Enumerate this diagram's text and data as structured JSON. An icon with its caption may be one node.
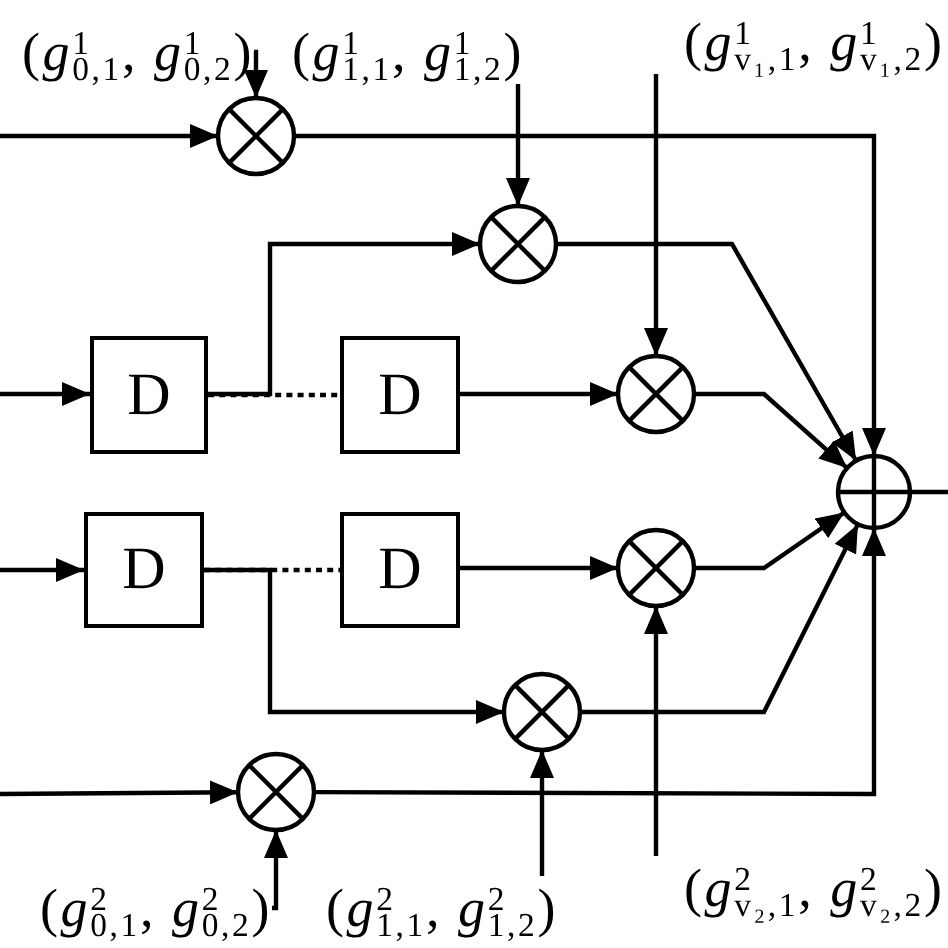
{
  "diagram": {
    "nodes": [
      {
        "text": [
          "(*g*$^{1}$$_{0,1}$, *g*$^{1}$$_{0,2}$)"
        ]
      },
      {
        "text": [
          "(*g*$^{1}$$_{1,1}$, *g*$^{1}$$_{1,2}$)"
        ]
      },
      {
        "text": [
          "(*g*$^{1}$$_{v₁,1}$, *g*$^{1}$$_{v₁,2}$)"
        ]
      },
      {
        "text": [],
        "shape": "circle"
      },
      {
        "text": [],
        "shape": "circle"
      },
      {
        "text": [
          "D"
        ]
      },
      {
        "text": [
          "D"
        ]
      },
      {
        "text": [],
        "shape": "circle"
      },
      {
        "text": [],
        "shape": "circle"
      },
      {
        "text": [
          "D"
        ]
      },
      {
        "text": [
          "D"
        ]
      },
      {
        "text": [],
        "shape": "circle"
      },
      {
        "text": [],
        "shape": "circle"
      },
      {
        "text": [],
        "shape": "circle"
      },
      {
        "text": [
          "(*g*$^{2}$$_{0,1}$, *g*$^{2}$$_{0,2}$)"
        ]
      },
      {
        "text": [
          "(*g*$^{2}$$_{1,1}$, *g*$^{2}$$_{1,2}$)"
        ]
      },
      {
        "text": [
          "(*g*$^{2}$$_{v₂,1}$, *g*$^{2}$$_{v₂,2}$)"
        ]
      }
    ],
    "edges": [
      {
        "from": null,
        "to": 3,
        "arrow": "to"
      },
      {
        "from": 0,
        "to": 3,
        "arrow": "to"
      },
      {
        "from": 1,
        "to": 4,
        "arrow": "to"
      },
      {
        "from": 2,
        "to": 7,
        "arrow": "to"
      },
      {
        "from": 3,
        "to": 8,
        "arrow": "to"
      },
      {
        "from": null,
        "to": 5,
        "arrow": "to"
      },
      {
        "from": 5,
        "to": 4,
        "arrow": "to"
      },
      {
        "from": 5,
        "to": 6,
        "arrow": "none",
        "style": "dashed"
      },
      {
        "from": 6,
        "to": 7,
        "arrow": "to"
      },
      {
        "from": 4,
        "to": 8,
        "arrow": "to"
      },
      {
        "from": 7,
        "to": 8,
        "arrow": "to"
      },
      {
        "from": 11,
        "to": 8,
        "arrow": "to"
      },
      {
        "from": 12,
        "to": 8,
        "arrow": "to"
      },
      {
        "from": 13,
        "to": 8,
        "arrow": "to"
      },
      {
        "from": 8,
        "to": null,
        "arrow": "none"
      },
      {
        "from": null,
        "to": 9,
        "arrow": "to"
      },
      {
        "from": 9,
        "to": 12,
        "arrow": "to"
      },
      {
        "from": 9,
        "to": 10,
        "arrow": "none",
        "style": "dashed"
      },
      {
        "from": 10,
        "to": 11,
        "arrow": "to"
      },
      {
        "from": null,
        "to": 13,
        "arrow": "to"
      },
      {
        "from": 14,
        "to": 13,
        "arrow": "to"
      },
      {
        "from": 15,
        "to": 12,
        "arrow": "to"
      },
      {
        "from": 16,
        "to": 11,
        "arrow": "to"
      }
    ]
  }
}
